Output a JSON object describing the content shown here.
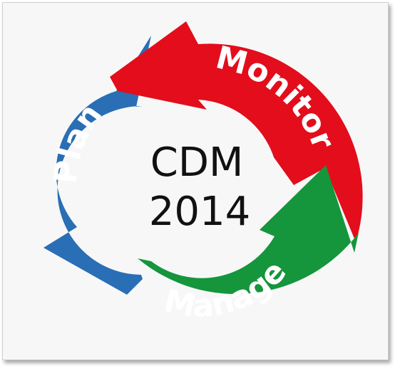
{
  "diagram": {
    "center_line1": "CDM",
    "center_line2": "2014",
    "stages": [
      {
        "label": "Monitor",
        "color": "#e30d1b"
      },
      {
        "label": "Manage",
        "color": "#15953c"
      },
      {
        "label": "Plan",
        "color": "#2a6eb5"
      }
    ],
    "background_color": "#f7f7f7",
    "text_color": "#111111"
  }
}
